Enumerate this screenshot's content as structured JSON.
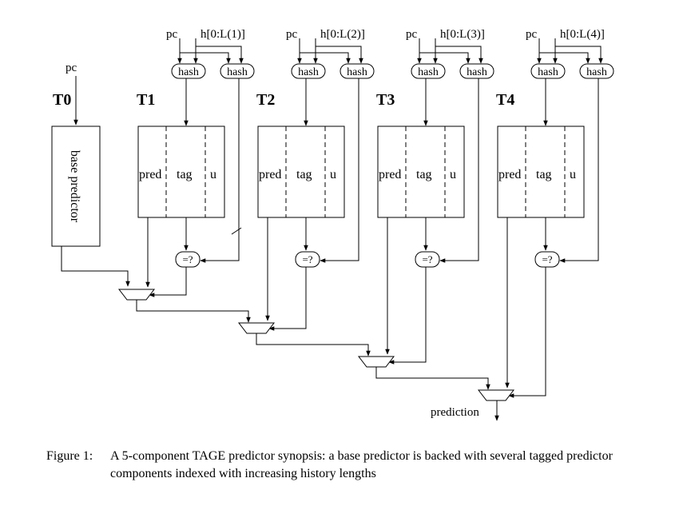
{
  "diagram": {
    "base": {
      "name": "T0",
      "input": "pc",
      "box_label": "base predictor"
    },
    "tables": [
      {
        "name": "T1",
        "pc": "pc",
        "history": "h[0:L(1)]"
      },
      {
        "name": "T2",
        "pc": "pc",
        "history": "h[0:L(2)]"
      },
      {
        "name": "T3",
        "pc": "pc",
        "history": "h[0:L(3)]"
      },
      {
        "name": "T4",
        "pc": "pc",
        "history": "h[0:L(4)]"
      }
    ],
    "hash_label": "hash",
    "fields": {
      "pred": "pred",
      "tag": "tag",
      "u": "u"
    },
    "compare_label": "=?",
    "output_label": "prediction"
  },
  "caption": {
    "number": "Figure 1:",
    "text": "A 5-component TAGE predictor synopsis: a base predictor is backed with several tagged predictor components indexed with increasing history lengths"
  }
}
